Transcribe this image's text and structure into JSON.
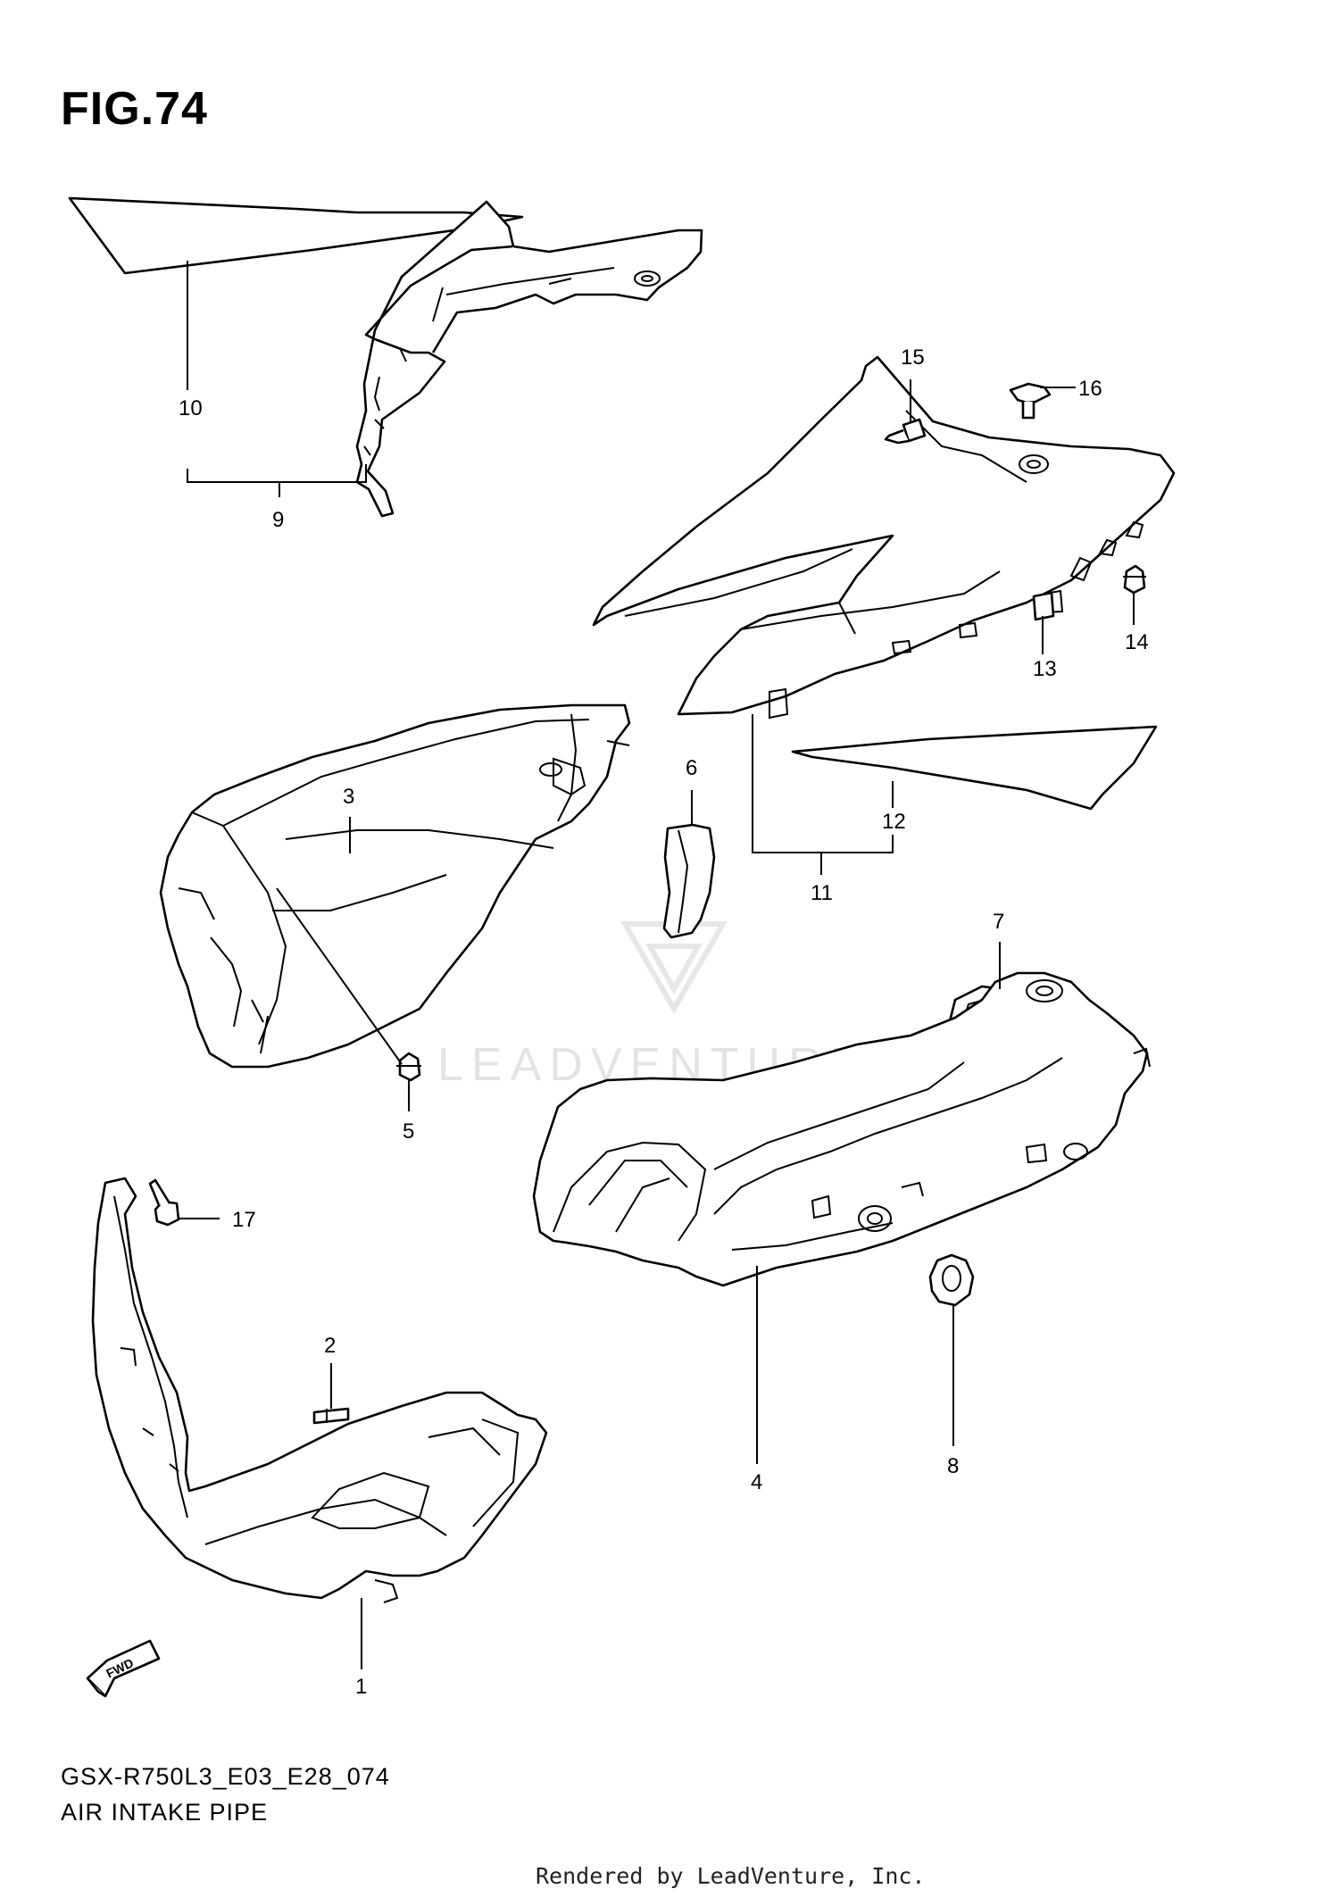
{
  "header": {
    "figure_label": "FIG.74"
  },
  "footer": {
    "model_code": "GSX-R750L3_E03_E28_074",
    "diagram_name": "AIR INTAKE PIPE",
    "render_credit": "Rendered by LeadVenture, Inc."
  },
  "watermark": {
    "text": "LEADVENTURE"
  },
  "fwd_badge": {
    "text": "FWD"
  },
  "callouts": {
    "c1": "1",
    "c2": "2",
    "c3": "3",
    "c4": "4",
    "c5": "5",
    "c6": "6",
    "c7": "7",
    "c8": "8",
    "c9": "9",
    "c10": "10",
    "c11": "11",
    "c12": "12",
    "c13": "13",
    "c14": "14",
    "c15": "15",
    "c16": "16",
    "c17": "17"
  }
}
